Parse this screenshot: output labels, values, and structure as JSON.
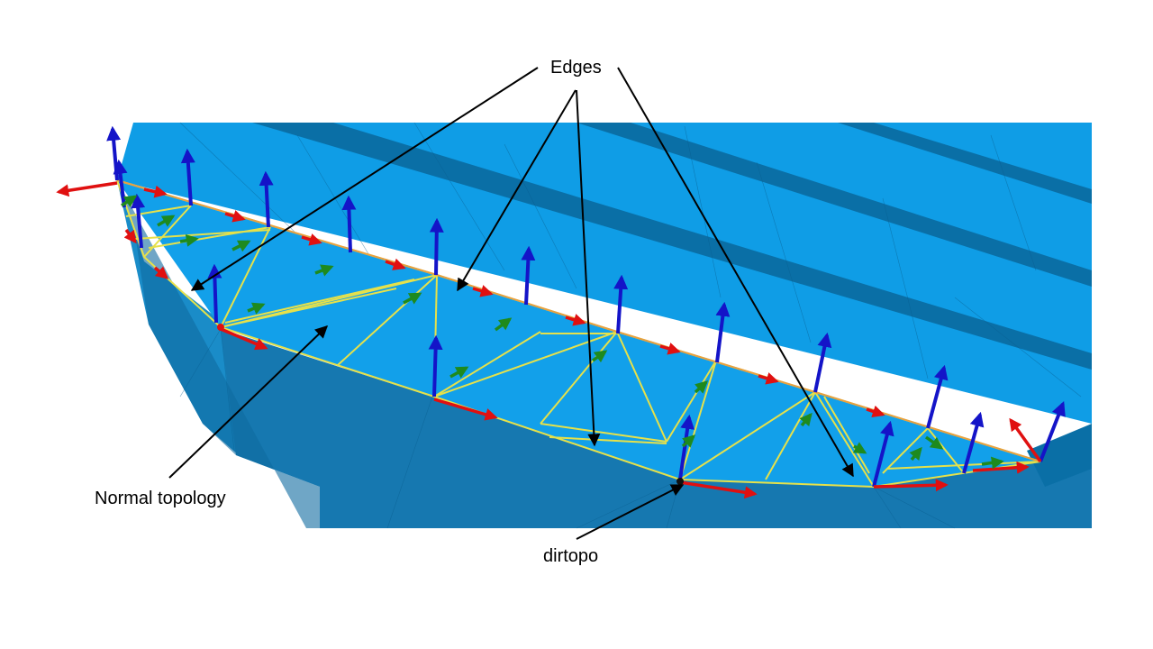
{
  "labels": {
    "edges": "Edges",
    "normal_topology": "Normal topology",
    "dirtopo": "dirtopo"
  },
  "colors": {
    "mesh_top": "#0f9de6",
    "mesh_side": "#1a8cc8",
    "mesh_dark": "#0a6fa6",
    "wire": "#e6e14a",
    "boundary": "#e8a040",
    "normal_arrow": "#1414c8",
    "tangent_arrow": "#e01010",
    "edge_arrow": "#1e8a1e",
    "callout": "#000000"
  },
  "icons": {
    "normal": "blue-arrow-icon",
    "tangent": "red-arrow-icon",
    "edge_direction": "green-arrow-icon"
  }
}
